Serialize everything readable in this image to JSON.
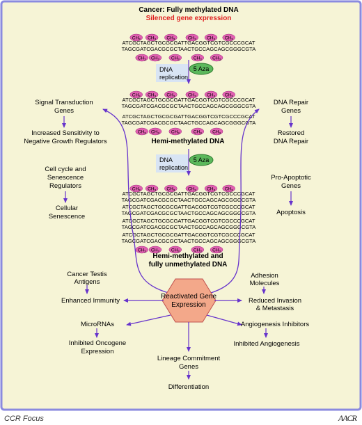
{
  "colors": {
    "background": "#f6f4d6",
    "border": "#8a8adf",
    "arrow": "#6633cc",
    "methyl": "#e060b0",
    "methyl_text": "#000000",
    "aza": "#5cb85c",
    "box": "#d8e4f4",
    "hex_fill": "#f3a88a",
    "red_text": "#e02020"
  },
  "top": {
    "title": "Cancer: Fully methylated DNA",
    "subtitle": "Silenced gene expression"
  },
  "dna": {
    "strand_top": "ATCGCTAGCTGCGCGATTGACGGTCGTCGCCCGCAT",
    "strand_bottom": "TAGCGATCGACGCGCTAACTGCCAGCAGCGGGCGTA",
    "methyl_label": "CH3",
    "methyl_label_text": "CH",
    "methyl_sub": "3"
  },
  "steps": {
    "replication": [
      "DNA",
      "replication"
    ],
    "aza": "5 Aza",
    "hemi": "Hemi-methylated DNA",
    "final": [
      "Hemi-methylated and",
      "fully unmethylated DNA"
    ]
  },
  "center": [
    "Reactivated Gene",
    "Expression"
  ],
  "left": {
    "signal": [
      "Signal Transduction",
      "Genes"
    ],
    "sensitivity": [
      "Increased Sensitivity to",
      "Negative Growth Regulators"
    ],
    "cellcycle": [
      "Cell cycle and",
      "Senescence",
      "Regulators"
    ],
    "senescence": [
      "Cellular",
      "Senescence"
    ]
  },
  "right": {
    "repair": [
      "DNA Repair",
      "Genes"
    ],
    "restored": [
      "Restored",
      "DNA Repair"
    ],
    "proapoptotic": [
      "Pro-Apoptotic",
      "Genes"
    ],
    "apoptosis": "Apoptosis"
  },
  "bottom": {
    "cta": [
      "Cancer Testis",
      "Antigens"
    ],
    "immunity": "Enhanced Immunity",
    "microrna": "MicroRNAs",
    "oncogene": [
      "Inhibited Oncogene",
      "Expression"
    ],
    "adhesion": [
      "Adhesion",
      "Molecules"
    ],
    "invasion": [
      "Reduced Invasion",
      "& Metastasis"
    ],
    "angio_inh": "Angiogenesis Inhibitors",
    "angio": "Inhibited Angiogenesis",
    "lineage": [
      "Lineage Commitment",
      "Genes"
    ],
    "diff": "Differentiation"
  },
  "footer": {
    "label": "CCR Focus",
    "logo": "AACR"
  }
}
